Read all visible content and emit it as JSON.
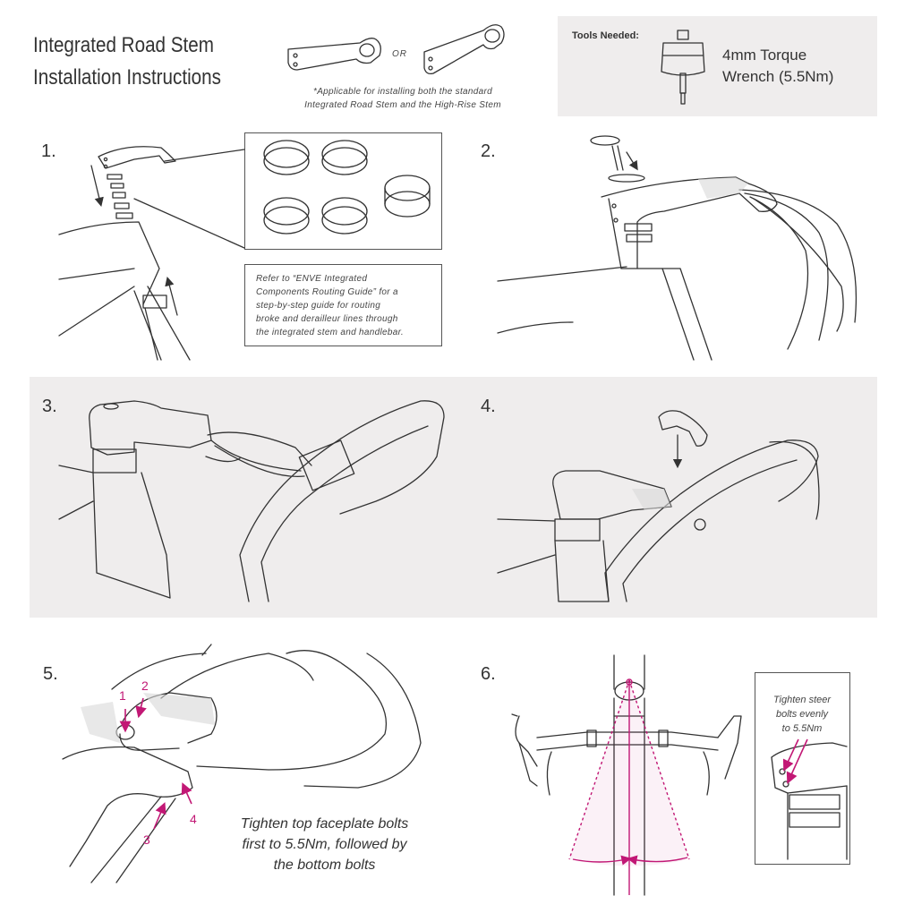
{
  "header": {
    "title_line1": "Integrated Road Stem",
    "title_line2": "Installation Instructions",
    "or_label": "OR",
    "applicability_note_line1": "*Applicable for installing both the standard",
    "applicability_note_line2": "Integrated Road Stem and the High-Rise Stem"
  },
  "tools": {
    "label": "Tools Needed:",
    "tool_line1": "4mm Torque",
    "tool_line2": "Wrench (5.5Nm)"
  },
  "steps": {
    "s1": "1.",
    "s2": "2.",
    "s3": "3.",
    "s4": "4.",
    "s5": "5.",
    "s6": "6."
  },
  "step1": {
    "refer_line1": "Refer to “ENVE Integrated",
    "refer_line2": "Components Routing Guide” for a",
    "refer_line3": "step-by-step guide for routing",
    "refer_line4": "broke and derailleur lines through",
    "refer_line5": "the integrated stem and handlebar."
  },
  "step5": {
    "bolt_numbers": [
      "1",
      "2",
      "3",
      "4"
    ],
    "instruction_line1": "Tighten top faceplate bolts",
    "instruction_line2": "first to 5.5Nm, followed by",
    "instruction_line3": "the bottom bolts"
  },
  "step6": {
    "steer_line1": "Tighten steer",
    "steer_line2": "bolts evenly",
    "steer_line3": "to 5.5Nm"
  },
  "colors": {
    "accent": "#c21875",
    "panel_gray": "#efeded",
    "line": "#333333"
  }
}
